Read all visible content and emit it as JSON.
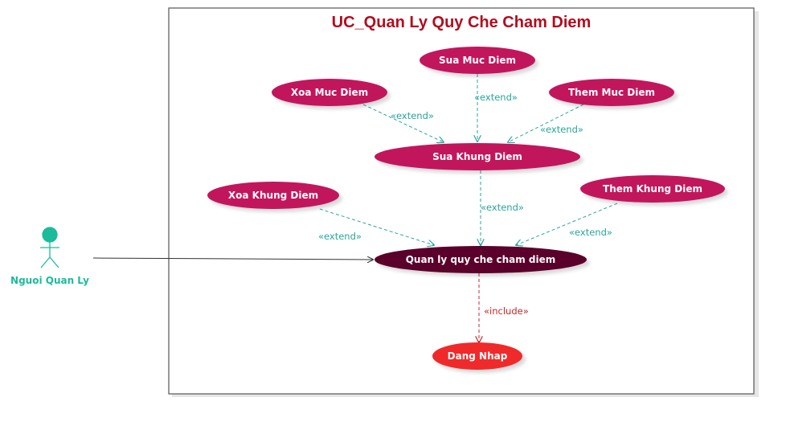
{
  "diagram": {
    "title": "UC_Quan Ly Quy Che Cham Diem",
    "colors": {
      "title": "#b30c1f",
      "use_case": "#c2185b",
      "use_case_main": "#5a0029",
      "use_case_login": "#f02a2a",
      "extend": "#26a69a",
      "include": "#c62828",
      "actor": "#1abc9c",
      "association": "#333333",
      "frame": "#555555"
    },
    "actor": {
      "name": "Nguoi Quan Ly",
      "icon": "stick-figure-icon"
    },
    "use_cases": {
      "sua_muc_diem": "Sua Muc Diem",
      "xoa_muc_diem": "Xoa Muc Diem",
      "them_muc_diem": "Them Muc Diem",
      "sua_khung_diem": "Sua Khung Diem",
      "xoa_khung_diem": "Xoa Khung Diem",
      "them_khung_diem": "Them Khung Diem",
      "quan_ly": "Quan ly quy che cham diem",
      "dang_nhap": "Dang Nhap"
    },
    "relations": {
      "extend_label": "«extend»",
      "include_label": "«include»"
    }
  }
}
